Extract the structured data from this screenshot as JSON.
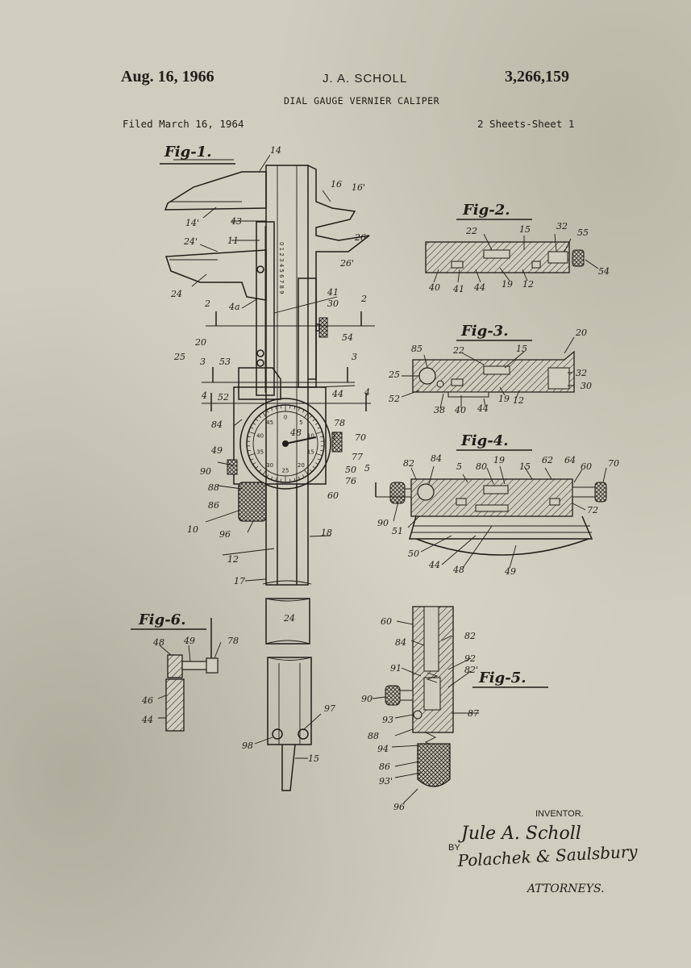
{
  "header": {
    "date": "Aug. 16, 1966",
    "inventor_name": "J. A. SCHOLL",
    "patent_number": "3,266,159",
    "title": "DIAL GAUGE VERNIER CALIPER",
    "filed": "Filed March 16, 1964",
    "sheets": "2 Sheets-Sheet 1"
  },
  "figures": {
    "fig1": "Fig-1.",
    "fig2": "Fig-2.",
    "fig3": "Fig-3.",
    "fig4": "Fig-4.",
    "fig5": "Fig-5.",
    "fig6": "Fig-6."
  },
  "dial_numbers": [
    "0",
    "5",
    "10",
    "15",
    "20",
    "25",
    "30",
    "35",
    "40",
    "45"
  ],
  "scale_numbers": "0 1 2 3 4 5 6 7 8 9",
  "labels": {
    "fig1": [
      "14",
      "14'",
      "16",
      "16'",
      "43",
      "11",
      "24'",
      "26",
      "26'",
      "24",
      "4a",
      "2",
      "41",
      "30",
      "2",
      "54",
      "20",
      "25",
      "53",
      "3",
      "3",
      "4",
      "52",
      "44",
      "4",
      "84",
      "78",
      "48",
      "70",
      "49",
      "77",
      "90",
      "50",
      "76",
      "88",
      "60",
      "86",
      "10",
      "96",
      "18",
      "12",
      "17",
      "24",
      "97",
      "98",
      "15"
    ],
    "fig2": [
      "22",
      "15",
      "32",
      "55",
      "54",
      "40",
      "41",
      "44",
      "19",
      "12"
    ],
    "fig3": [
      "20",
      "85",
      "22",
      "15",
      "32",
      "25",
      "52",
      "30",
      "38",
      "40",
      "44",
      "19",
      "12"
    ],
    "fig4": [
      "82",
      "84",
      "5",
      "80",
      "19",
      "15",
      "62",
      "64",
      "60",
      "70",
      "5",
      "90",
      "51",
      "72",
      "50",
      "44",
      "48",
      "49"
    ],
    "fig5": [
      "60",
      "82",
      "84",
      "92",
      "91",
      "82'",
      "90",
      "93",
      "87",
      "88",
      "94",
      "86",
      "93'",
      "96"
    ],
    "fig6": [
      "48",
      "49",
      "78",
      "46",
      "44"
    ]
  },
  "signature": {
    "inventor_label": "INVENTOR.",
    "inventor_signature": "Jule A. Scholl",
    "by_label": "BY",
    "attorney_signature": "Polachek & Saulsbury",
    "attorneys_label": "ATTORNEYS."
  }
}
